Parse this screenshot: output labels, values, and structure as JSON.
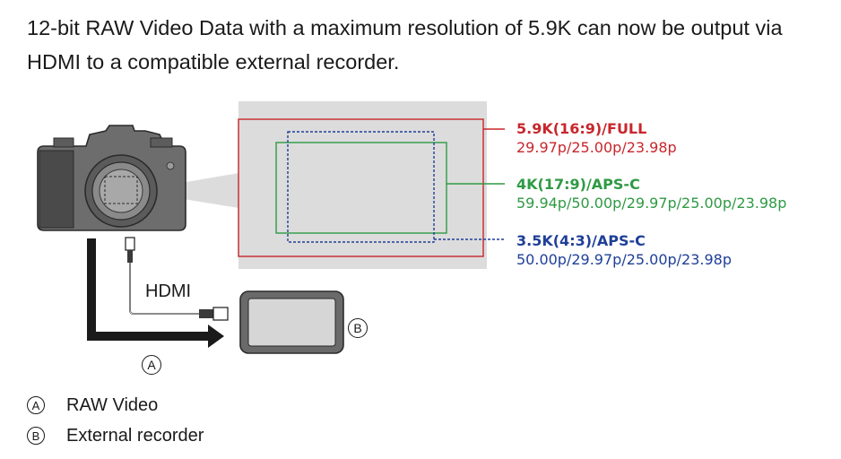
{
  "intro": {
    "text": "12-bit RAW Video Data with a maximum resolution of 5.9K can now be output via HDMI to a compatible external recorder."
  },
  "formats": [
    {
      "name": "5.9K(16:9)/FULL",
      "rates": "29.97p/25.00p/23.98p",
      "color": "#c8262c",
      "line_style": "solid"
    },
    {
      "name": "4K(17:9)/APS-C",
      "rates": "59.94p/50.00p/29.97p/25.00p/23.98p",
      "color": "#2f9a44",
      "line_style": "solid"
    },
    {
      "name": "3.5K(4:3)/APS-C",
      "rates": "50.00p/29.97p/25.00p/23.98p",
      "color": "#1f3f98",
      "line_style": "dashed"
    }
  ],
  "diagram": {
    "hdmi_label": "HDMI",
    "callout_a": "A",
    "callout_b": "B"
  },
  "legend": [
    {
      "mark": "A",
      "label": "RAW Video"
    },
    {
      "mark": "B",
      "label": "External recorder"
    }
  ]
}
